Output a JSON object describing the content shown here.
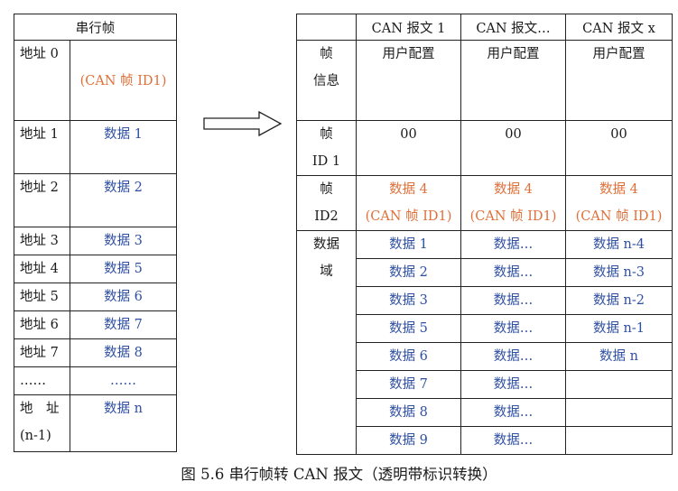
{
  "left_table": {
    "header": "串行帧",
    "rows": [
      {
        "addr": "地址 0",
        "value": "(CAN 帧 ID1)"
      },
      {
        "addr": "地址 1",
        "value": "数据 1"
      },
      {
        "addr": "地址 2",
        "value": "数据 2"
      },
      {
        "addr": "地址 3",
        "value": "数据 3"
      },
      {
        "addr": "地址 4",
        "value": "数据 5"
      },
      {
        "addr": "地址 5",
        "value": "数据 6"
      },
      {
        "addr": "地址 6",
        "value": "数据 7"
      },
      {
        "addr": "地址 7",
        "value": "数据 8"
      },
      {
        "addr": "……",
        "value": "……"
      },
      {
        "addr_line1": "地　址",
        "addr_line2": "(n-1)",
        "value": "数据 n"
      }
    ]
  },
  "right_table": {
    "headers": [
      "CAN 报文 1",
      "CAN 报文…",
      "CAN 报文 x"
    ],
    "frame_info": {
      "label_line1": "帧",
      "label_line2": "信息",
      "values": [
        "用户配置",
        "用户配置",
        "用户配置"
      ]
    },
    "frame_id1": {
      "label_line1": "帧",
      "label_line2": "ID 1",
      "values": [
        "00",
        "00",
        "00"
      ]
    },
    "frame_id2": {
      "label_line1": "帧",
      "label_line2": "ID2",
      "values_line1": [
        "数据 4",
        "数据 4",
        "数据 4"
      ],
      "values_line2": [
        "(CAN 帧 ID1)",
        "(CAN 帧 ID1)",
        "(CAN 帧 ID1)"
      ]
    },
    "data_field": {
      "label_line1": "数据",
      "label_line2": "域",
      "col1": [
        "数据 1",
        "数据 2",
        "数据 3",
        "数据 5",
        "数据 6",
        "数据 7",
        "数据 8",
        "数据 9"
      ],
      "col2": [
        "数据…",
        "数据…",
        "数据…",
        "数据…",
        "数据…",
        "数据…",
        "数据…",
        "数据…"
      ],
      "col3": [
        "数据 n-4",
        "数据 n-3",
        "数据 n-2",
        "数据 n-1",
        "数据 n",
        "",
        "",
        ""
      ]
    }
  },
  "caption": "图 5.6  串行帧转 CAN 报文（透明带标识转换）"
}
